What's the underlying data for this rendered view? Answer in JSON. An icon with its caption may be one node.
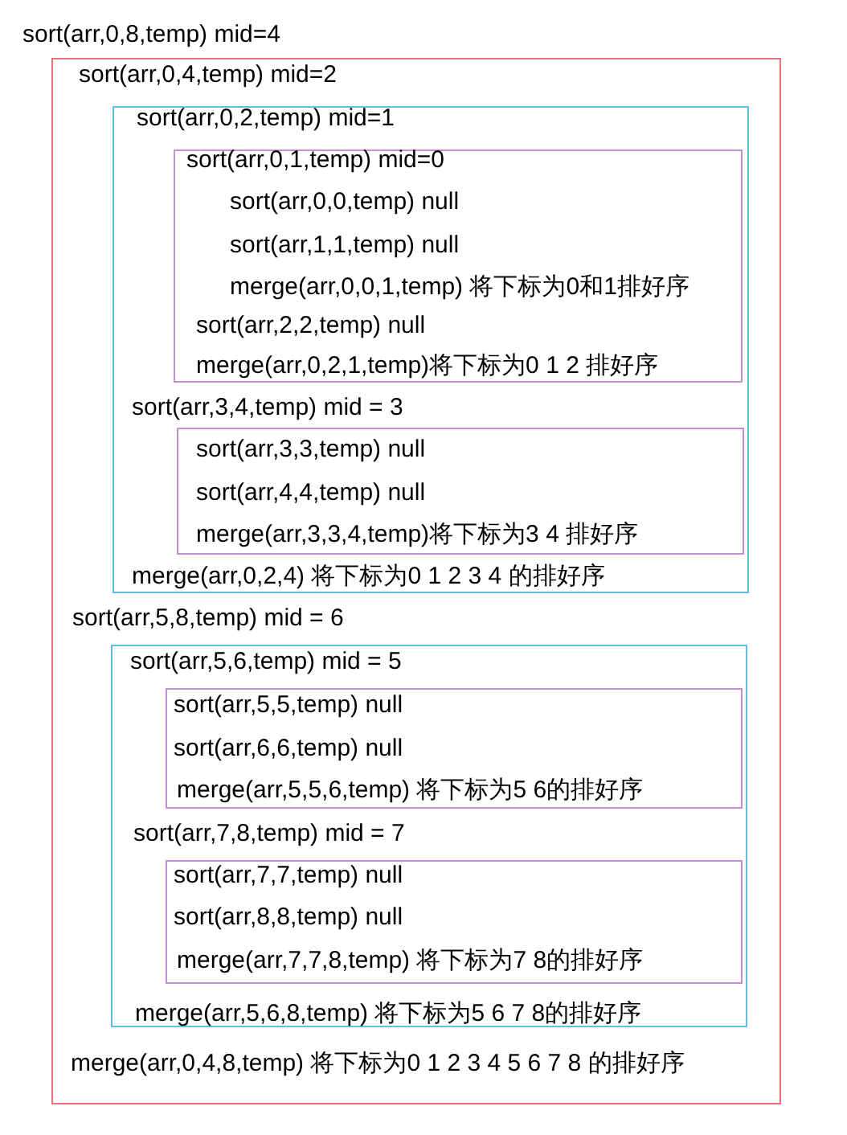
{
  "diagram": {
    "nodes": [
      {
        "text": [
          "sort(arr,0,8,temp) mid=4",
          "sort(arr,0,4,temp) mid=2",
          "sort(arr,5,8,temp) mid = 6",
          "merge(arr,0,4,8,temp) 将下标为0 1 2 3 4 5 6 7 8 的排好序"
        ]
      },
      {
        "text": [
          "sort(arr,0,2,temp) mid=1",
          "sort(arr,3,4,temp) mid = 3",
          "merge(arr,0,2,4) 将下标为0 1 2 3 4 的排好序"
        ],
        "in": 0
      },
      {
        "text": [
          "sort(arr,0,1,temp) mid=0",
          "sort(arr,0,0,temp) null",
          "sort(arr,1,1,temp) null",
          "merge(arr,0,0,1,temp) 将下标为0和1排好序",
          "sort(arr,2,2,temp) null",
          "merge(arr,0,2,1,temp)将下标为0 1 2 排好序"
        ],
        "in": 1
      },
      {
        "text": [
          "sort(arr,3,3,temp) null",
          "sort(arr,4,4,temp) null",
          "merge(arr,3,3,4,temp)将下标为3 4 排好序"
        ],
        "in": 1
      },
      {
        "text": [
          "sort(arr,5,6,temp) mid = 5",
          "sort(arr,7,8,temp) mid = 7",
          "merge(arr,5,6,8,temp) 将下标为5 6 7 8的排好序"
        ],
        "in": 0
      },
      {
        "text": [
          "sort(arr,5,5,temp) null",
          "sort(arr,6,6,temp) null",
          "merge(arr,5,5,6,temp) 将下标为5 6的排好序"
        ],
        "in": 4
      },
      {
        "text": [
          "sort(arr,7,7,temp) null",
          "sort(arr,8,8,temp) null",
          "merge(arr,7,7,8,temp) 将下标为7 8的排好序"
        ],
        "in": 4
      }
    ]
  }
}
